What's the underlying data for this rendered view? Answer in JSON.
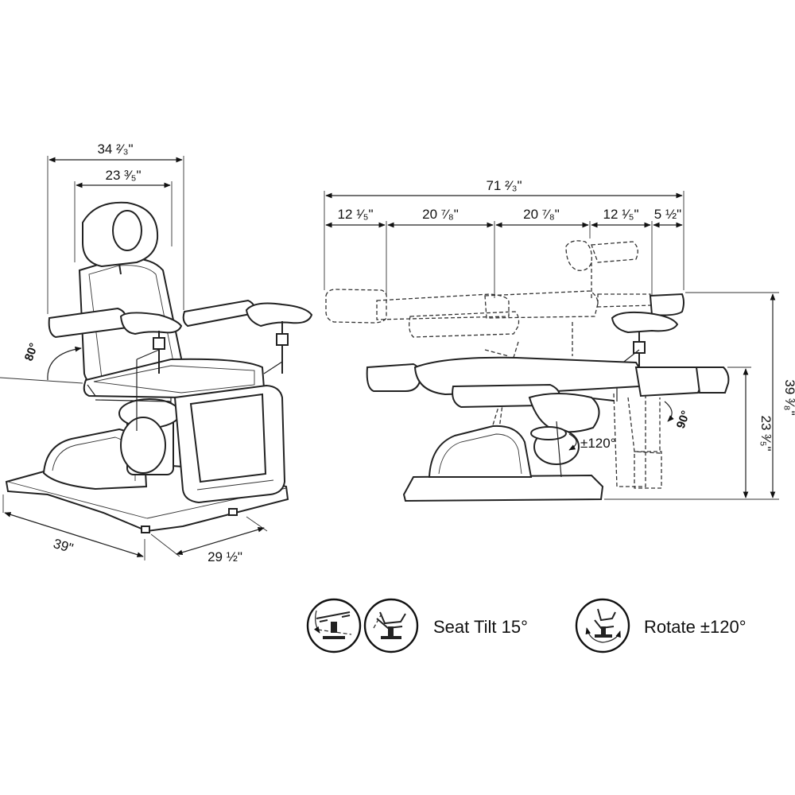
{
  "front_view": {
    "overall_width": "34 ²⁄₃\"",
    "seat_width": "23 ³⁄₅\"",
    "backrest_angle": "80°",
    "base_length": "39\"",
    "base_width": "29 ½\""
  },
  "side_view": {
    "overall_length": "71 ²⁄₃\"",
    "segment_1": "12 ¹⁄₅\"",
    "segment_2": "20 ⁷⁄₈\"",
    "segment_3": "20 ⁷⁄₈\"",
    "segment_4": "12 ¹⁄₅\"",
    "segment_5": "5 ½\"",
    "overall_height": "39 ³⁄₈\"",
    "seat_height": "23 ³⁄₅\"",
    "leg_rest_angle": "90°",
    "rotation_angle": "±120°"
  },
  "features": {
    "seat_tilt_label": "Seat Tilt 15°",
    "rotate_label": "Rotate ±120°",
    "icons": [
      "seat-tilt-down-icon",
      "seat-tilt-up-icon",
      "rotate-icon"
    ]
  }
}
